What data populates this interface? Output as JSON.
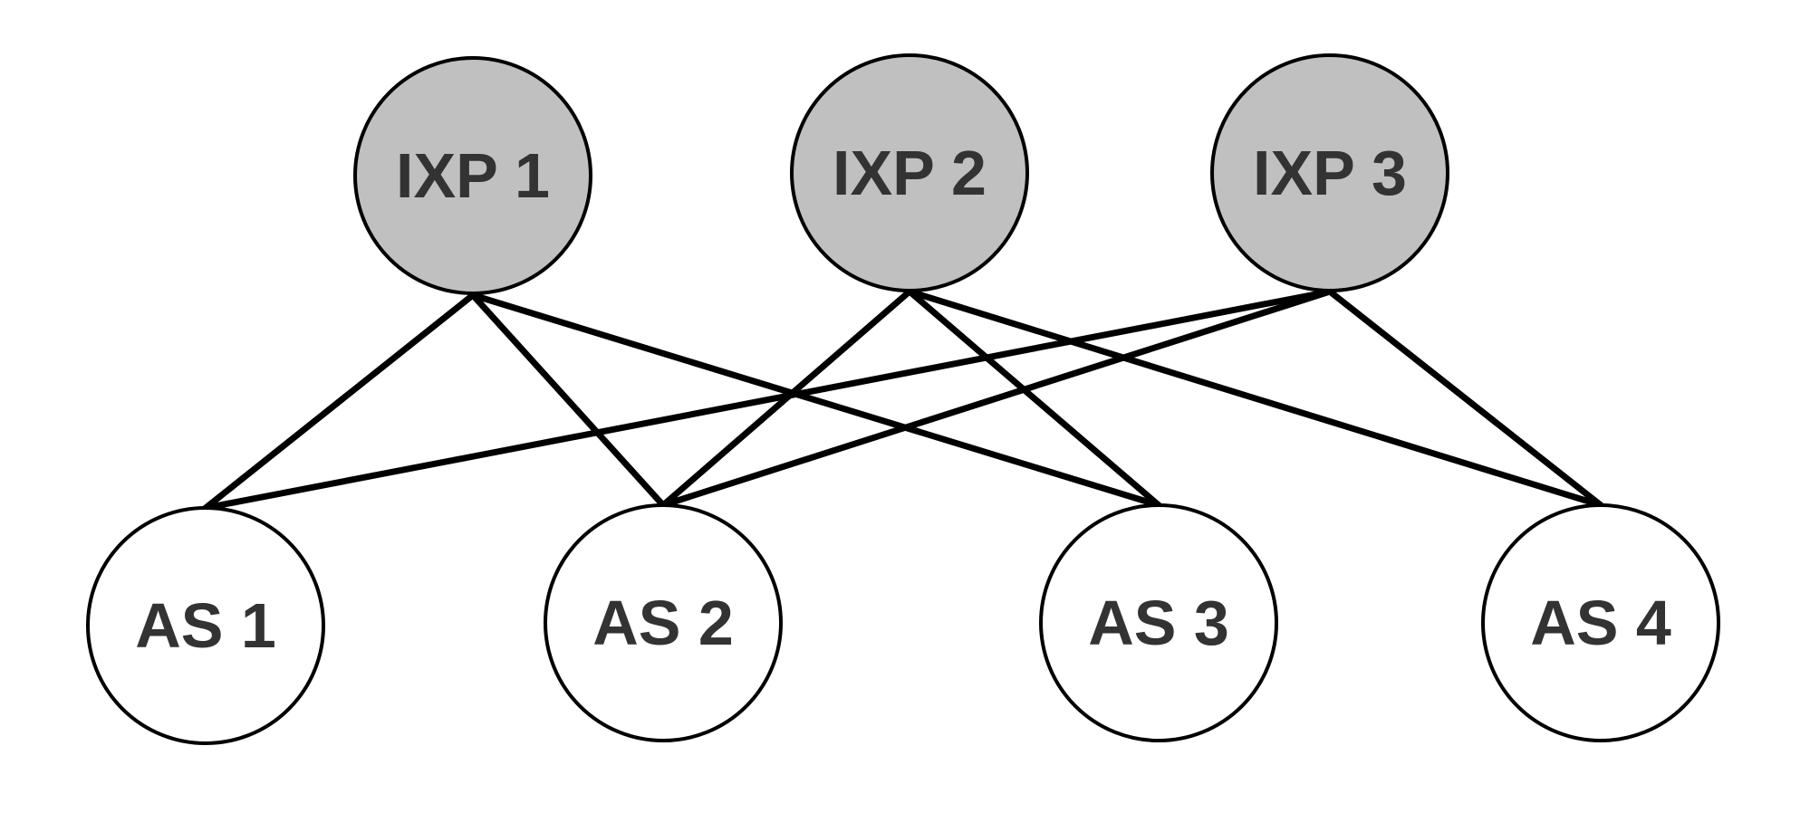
{
  "diagram": {
    "colors": {
      "ixp_fill": "#c0c0c0",
      "as_fill": "#ffffff",
      "stroke": "#000000",
      "label": "#333333"
    },
    "ixps": [
      {
        "id": "ixp1",
        "label": "IXP 1"
      },
      {
        "id": "ixp2",
        "label": "IXP 2"
      },
      {
        "id": "ixp3",
        "label": "IXP 3"
      }
    ],
    "ases": [
      {
        "id": "as1",
        "label": "AS 1"
      },
      {
        "id": "as2",
        "label": "AS 2"
      },
      {
        "id": "as3",
        "label": "AS 3"
      },
      {
        "id": "as4",
        "label": "AS 4"
      }
    ],
    "links": [
      {
        "from": "ixp1",
        "to": "as1"
      },
      {
        "from": "ixp1",
        "to": "as2"
      },
      {
        "from": "ixp1",
        "to": "as3"
      },
      {
        "from": "ixp2",
        "to": "as2"
      },
      {
        "from": "ixp2",
        "to": "as3"
      },
      {
        "from": "ixp2",
        "to": "as4"
      },
      {
        "from": "ixp3",
        "to": "as1"
      },
      {
        "from": "ixp3",
        "to": "as2"
      },
      {
        "from": "ixp3",
        "to": "as4"
      }
    ]
  }
}
